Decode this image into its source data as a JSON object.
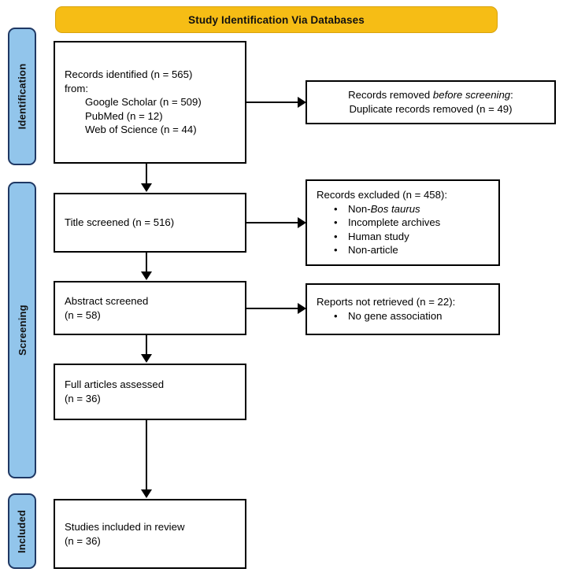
{
  "header": {
    "title": "Study Identification Via Databases",
    "banner_color": "#F6BD15",
    "banner_border_color": "#D8A30F"
  },
  "stages": {
    "bar_fill_color": "#92C5EB",
    "bar_border_color": "#1F3864",
    "items": [
      {
        "id": "identification",
        "label": "Identification"
      },
      {
        "id": "screening",
        "label": "Screening"
      },
      {
        "id": "included",
        "label": "Included"
      }
    ]
  },
  "boxes": {
    "identified": {
      "line1": "Records identified (n = 565)",
      "line2": "from:",
      "source1": "Google Scholar (n = 509)",
      "source2": "PubMed (n = 12)",
      "source3": "Web of Science (n = 44)"
    },
    "removed": {
      "line1_a": "Records removed ",
      "line1_italic": "before screening",
      "line1_b": ":",
      "line2": "Duplicate records removed (n = 49)"
    },
    "title_screened": {
      "line1": "Title screened (n = 516)"
    },
    "excluded": {
      "heading": "Records excluded (n = 458):",
      "bullet1_a": "Non-",
      "bullet1_italic": "Bos taurus",
      "bullet2": "Incomplete archives",
      "bullet3": "Human study",
      "bullet4": "Non-article",
      "bullet_glyph": "•"
    },
    "abstract_screened": {
      "line1": "Abstract screened",
      "line2": "(n = 58)"
    },
    "not_retrieved": {
      "heading": "Reports not retrieved (n = 22):",
      "bullet1": "No gene association",
      "bullet_glyph": "•"
    },
    "full_articles": {
      "line1": "Full articles assessed",
      "line2": "(n = 36)"
    },
    "included_studies": {
      "line1": "Studies included in review",
      "line2": "(n = 36)"
    }
  }
}
